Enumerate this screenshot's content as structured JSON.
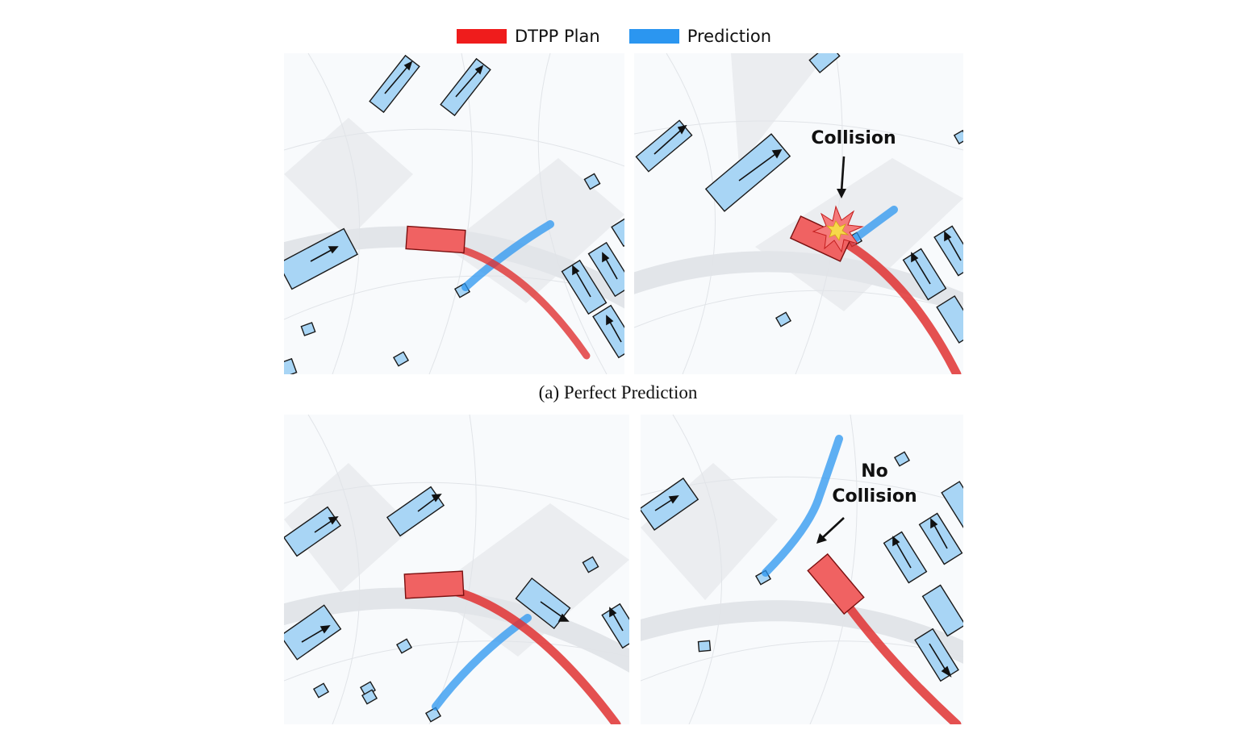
{
  "legend": {
    "items": [
      {
        "label": "DTPP Plan",
        "color": "#ef1c1c"
      },
      {
        "label": "Prediction",
        "color": "#2b96f0"
      }
    ]
  },
  "caption_a": "(a) Perfect Prediction",
  "annotations": {
    "collision": "Collision",
    "no_collision_line1": "No",
    "no_collision_line2": "Collision"
  },
  "colors": {
    "plan": "#e03131",
    "ego_fill": "#f06262",
    "agent_fill": "#a8d5f5",
    "prediction": "#2b96f0",
    "map_background": "#f8fafc",
    "road_shade": "#e9ebee"
  }
}
